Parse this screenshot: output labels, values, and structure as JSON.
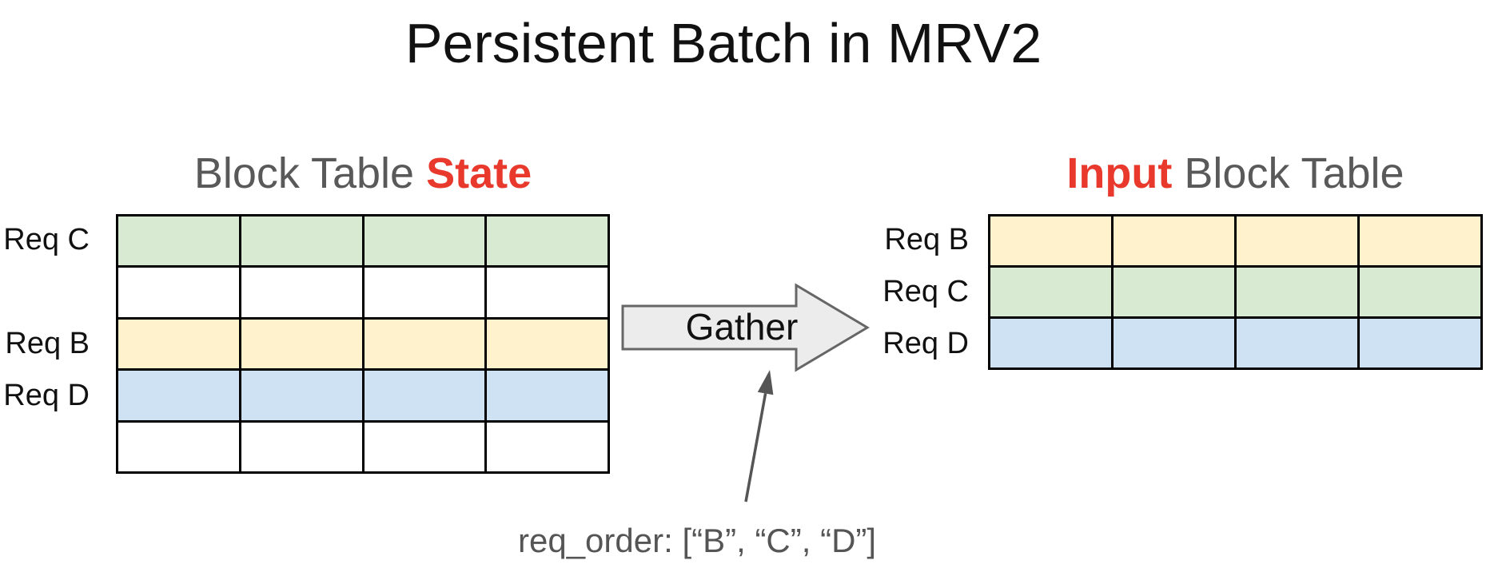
{
  "title": "Persistent Batch in MRV2",
  "colors": {
    "green": "#d9ead3",
    "yellow": "#fff2cc",
    "blue": "#cfe2f3",
    "white": "#ffffff"
  },
  "accents": {
    "highlight_red": "#e8392c",
    "heading_gray": "#595959",
    "border_black": "#000000",
    "arrow_fill": "#ececec",
    "arrow_stroke": "#666666",
    "callout_gray": "#555555"
  },
  "left_table": {
    "heading_plain": "Block Table",
    "heading_highlight": "State",
    "columns": 4,
    "rows": [
      {
        "label": "Req C",
        "color": "green"
      },
      {
        "label": "",
        "color": "white"
      },
      {
        "label": "Req B",
        "color": "yellow"
      },
      {
        "label": "Req D",
        "color": "blue"
      },
      {
        "label": "",
        "color": "white"
      }
    ]
  },
  "right_table": {
    "heading_highlight": "Input",
    "heading_plain": "Block Table",
    "columns": 4,
    "rows": [
      {
        "label": "Req B",
        "color": "yellow"
      },
      {
        "label": "Req C",
        "color": "green"
      },
      {
        "label": "Req D",
        "color": "blue"
      }
    ]
  },
  "gather": {
    "label": "Gather"
  },
  "annotation": {
    "text": "req_order: [“B”, “C”, “D”]"
  }
}
